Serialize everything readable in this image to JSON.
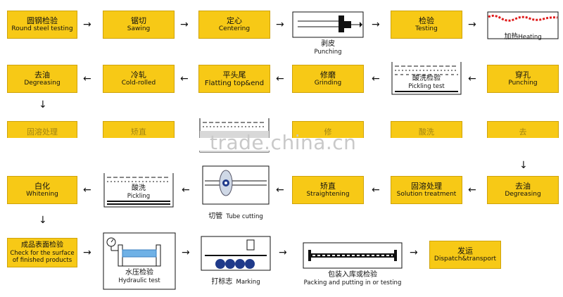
{
  "row1": [
    {
      "cn": "圆钢检验",
      "en": "Round steel testing"
    },
    {
      "cn": "锯切",
      "en": "Sawing"
    },
    {
      "cn": "定心",
      "en": "Centering"
    },
    {
      "cn": "剥皮",
      "en": "Punching"
    },
    {
      "cn": "检验",
      "en": "Testing"
    },
    {
      "cn": "加热",
      "en": "Heating"
    }
  ],
  "row2": [
    {
      "cn": "去油",
      "en": "Degreasing"
    },
    {
      "cn": "冷轧",
      "en": "Cold-rolled"
    },
    {
      "cn": "平头尾",
      "en": "Flatting top&end"
    },
    {
      "cn": "修磨",
      "en": "Grinding"
    },
    {
      "cn": "酸洗检验",
      "en": "Pickling test"
    },
    {
      "cn": "穿孔",
      "en": "Punching"
    }
  ],
  "row3_partial": [
    {
      "cn": "固溶处理"
    },
    {
      "cn": "矫直"
    },
    {
      "cn": "修"
    },
    {
      "cn": "酸洗"
    },
    {
      "cn": "去"
    }
  ],
  "watermark": "trade.china.cn",
  "row4": [
    {
      "cn": "白化",
      "en": "Whitening"
    },
    {
      "cn": "酸洗",
      "en": "Pickling"
    },
    {
      "cn": "切管",
      "en": "Tube cutting"
    },
    {
      "cn": "矫直",
      "en": "Straightening"
    },
    {
      "cn": "固溶处理",
      "en": "Solution treatment"
    },
    {
      "cn": "去油",
      "en": "Degreasing"
    }
  ],
  "row5": [
    {
      "cn": "成品表面检验",
      "en1": "Check for the surface",
      "en2": "of finished products"
    },
    {
      "cn": "水压检验",
      "en": "Hydraulic test"
    },
    {
      "cn": "打标志",
      "en": "Marking"
    },
    {
      "cn": "包装入库或检验",
      "en": "Packing and putting in or testing"
    },
    {
      "cn": "发运",
      "en": "Dispatch&transport"
    }
  ],
  "colors": {
    "box": "#f7c916",
    "border": "#cfa30a",
    "water": "#6fb1e6",
    "ball": "#1f3a8a"
  }
}
